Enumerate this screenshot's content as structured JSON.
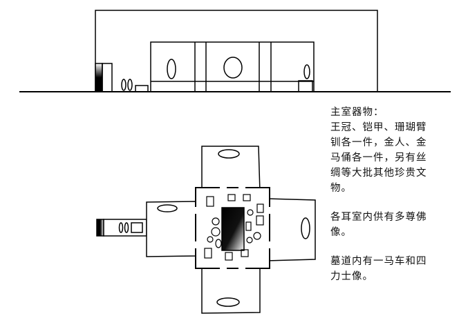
{
  "notes": {
    "main_chamber": {
      "heading": "主室器物：",
      "lines": [
        "王冠、铠甲、珊瑚臂",
        "钏各一件，金人、金",
        "马俑各一件，另有丝",
        "绸等大批其他珍贵文",
        "物。"
      ]
    },
    "side_chambers": {
      "lines": [
        "各耳室内供有多尊佛",
        "像。"
      ]
    },
    "passage": {
      "lines": [
        "墓道内有一马车和四",
        "力士像。"
      ]
    }
  }
}
